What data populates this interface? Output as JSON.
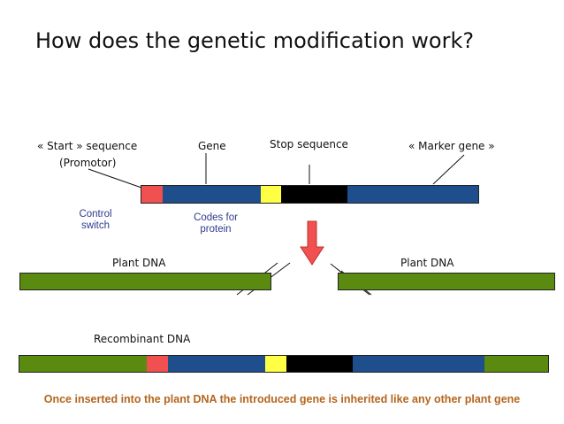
{
  "title": "How does the genetic modification work?",
  "labels": {
    "start_sequence": "« Start » sequence",
    "promotor": "(Promotor)",
    "gene": "Gene",
    "stop_sequence": "Stop sequence",
    "marker_gene": "« Marker gene »",
    "control_switch_line1": "Control",
    "control_switch_line2": "switch",
    "codes_for_line1": "Codes for",
    "codes_for_line2": "protein",
    "plant_dna_left": "Plant DNA",
    "plant_dna_right": "Plant DNA",
    "recombinant_dna": "Recombinant DNA"
  },
  "footer": "Once inserted into the plant DNA the introduced gene is inherited like any other plant gene",
  "colors": {
    "promoter": "#f05050",
    "gene": "#1f4e8c",
    "yellow": "#ffff44",
    "stop": "#000000",
    "plant_dna": "#5a8a10",
    "arrow": "#f05050",
    "footer": "#b5651d",
    "annotation": "#2e3b8c"
  }
}
